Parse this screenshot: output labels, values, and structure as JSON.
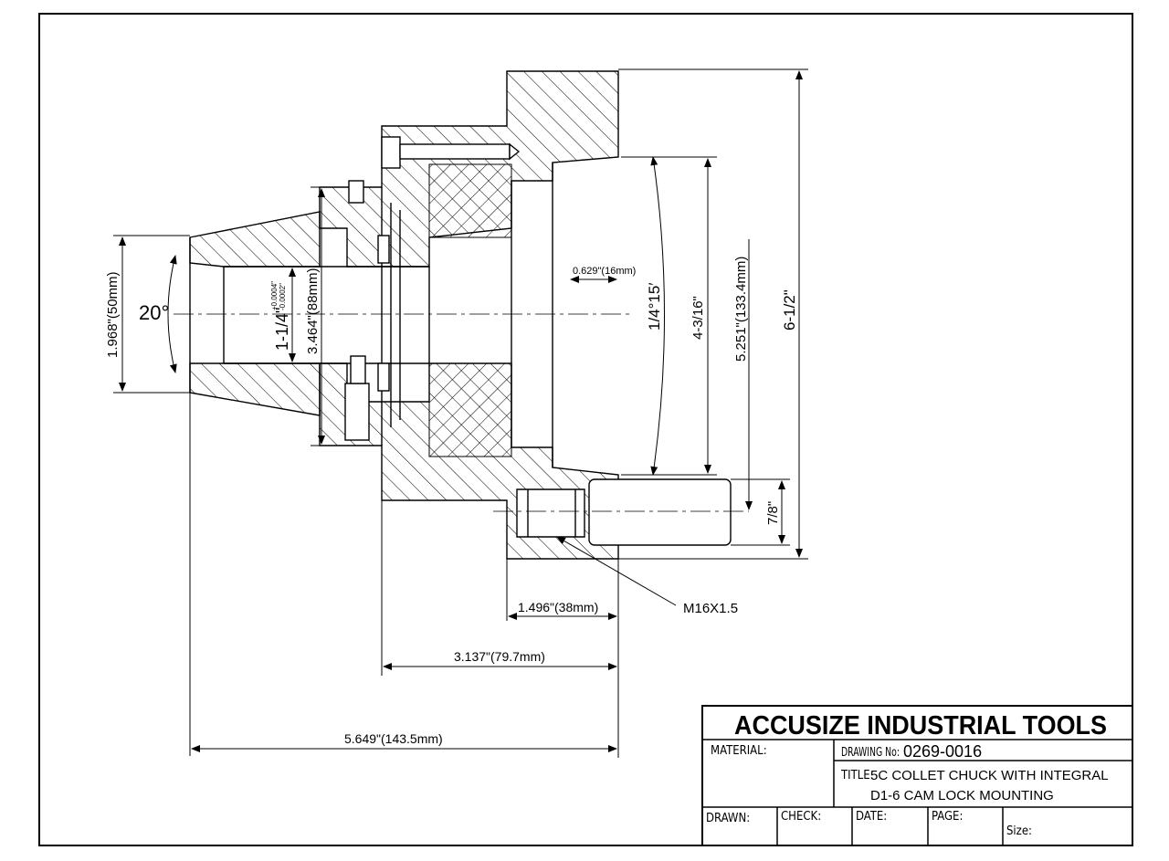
{
  "titleblock": {
    "company": "ACCUSIZE INDUSTRIAL TOOLS",
    "material_label": "MATERIAL:",
    "drawing_no_label": "DRAWING No:",
    "drawing_no": "0269-0016",
    "title_label": "TITLE:",
    "title_line1": "5C COLLET CHUCK WITH INTEGRAL",
    "title_line2": "D1-6 CAM LOCK MOUNTING",
    "drawn_label": "DRAWN:",
    "check_label": "CHECK:",
    "date_label": "DATE:",
    "page_label": "PAGE:",
    "size_label": "Size:"
  },
  "dimensions": {
    "taper_angle": "20°",
    "nose_dia": "1.968\"(50mm)",
    "bore_dia": "1-1/4\"",
    "bore_tol_plus": "+0.0004\"",
    "bore_tol_minus": "-0.0002\"",
    "pilot_dia": "3.464\"(88mm)",
    "recess_depth": "0.629\"(16mm)",
    "taper_deg": "1/4°15′",
    "recess_dia": "4-3/16\"",
    "bolt_circle": "5.251\"(133.4mm)",
    "outer_dia": "6-1/2\"",
    "stud_dia": "7/8\"",
    "flange_len": "1.496\"(38mm)",
    "thread": "M16X1.5",
    "body_len": "3.137\"(79.7mm)",
    "overall_len": "5.649\"(143.5mm)"
  }
}
